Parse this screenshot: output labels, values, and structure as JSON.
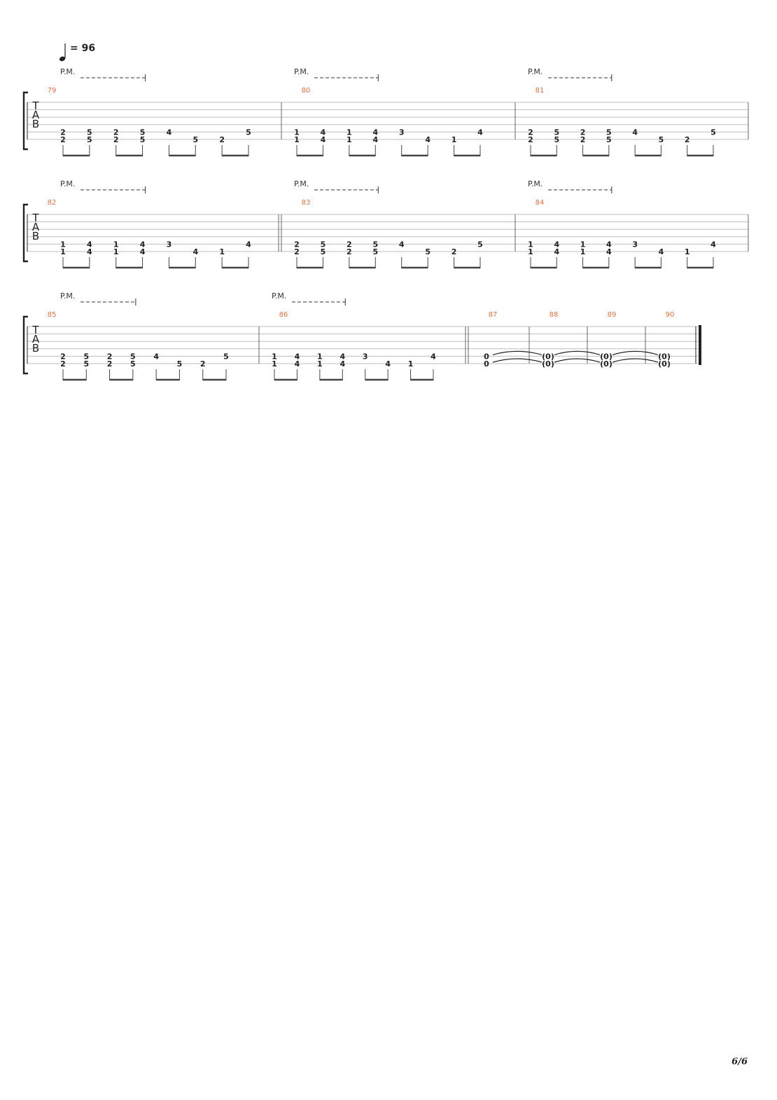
{
  "tempo": {
    "value": "= 96"
  },
  "page_number": "6/6",
  "palm_mute_label": "P.M.",
  "clef": [
    "T",
    "A",
    "B"
  ],
  "colors": {
    "bar_number": "#e8703a",
    "ink": "#222222",
    "staff_line": "#bdbdbd"
  },
  "patterns": {
    "A": [
      [
        "2",
        "2"
      ],
      [
        "5",
        "5"
      ],
      [
        "2",
        "2"
      ],
      [
        "5",
        "5"
      ],
      [
        "4"
      ],
      [
        "5"
      ],
      [
        "2"
      ],
      [
        "5"
      ]
    ],
    "B": [
      [
        "1",
        "1"
      ],
      [
        "4",
        "4"
      ],
      [
        "1",
        "1"
      ],
      [
        "4",
        "4"
      ],
      [
        "3"
      ],
      [
        "4"
      ],
      [
        "1"
      ],
      [
        "4"
      ]
    ]
  },
  "systems": [
    {
      "measures": [
        {
          "number": "79",
          "pattern": "A",
          "palm_mute": true
        },
        {
          "number": "80",
          "pattern": "B",
          "palm_mute": true
        },
        {
          "number": "81",
          "pattern": "A",
          "palm_mute": true
        }
      ]
    },
    {
      "measures": [
        {
          "number": "82",
          "pattern": "B",
          "palm_mute": true
        },
        {
          "number": "83",
          "pattern": "A",
          "palm_mute": true,
          "double_bar_before": true
        },
        {
          "number": "84",
          "pattern": "B",
          "palm_mute": true
        }
      ]
    },
    {
      "measures": [
        {
          "number": "85",
          "pattern": "A",
          "palm_mute": true
        },
        {
          "number": "86",
          "pattern": "B",
          "palm_mute": true
        },
        {
          "number": "87",
          "chord": [
            "0",
            "0"
          ],
          "double_bar_before": true
        },
        {
          "number": "88",
          "chord": [
            "(0)",
            "(0)"
          ]
        },
        {
          "number": "89",
          "chord": [
            "(0)",
            "(0)"
          ]
        },
        {
          "number": "90",
          "chord": [
            "(0)",
            "(0)"
          ],
          "final_bar_after": true
        }
      ]
    }
  ]
}
